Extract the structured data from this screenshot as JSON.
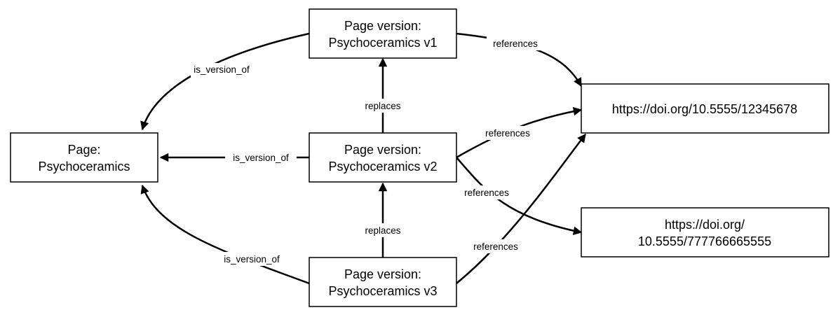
{
  "diagram": {
    "nodes": {
      "page": {
        "line1": "Page:",
        "line2": "Psychoceramics"
      },
      "v1": {
        "line1": "Page version:",
        "line2": "Psychoceramics v1"
      },
      "v2": {
        "line1": "Page version:",
        "line2": "Psychoceramics v2"
      },
      "v3": {
        "line1": "Page version:",
        "line2": "Psychoceramics v3"
      },
      "doi1": {
        "line1": "https://doi.org/10.5555/12345678"
      },
      "doi2": {
        "line1": "https://doi.org/",
        "line2": "10.5555/777766665555"
      }
    },
    "edges": {
      "v1_page": "is_version_of",
      "v2_page": "is_version_of",
      "v3_page": "is_version_of",
      "v2_v1": "replaces",
      "v3_v2": "replaces",
      "v1_doi1": "references",
      "v2_doi1": "references",
      "v2_doi2": "references",
      "v3_doi1": "references"
    }
  }
}
